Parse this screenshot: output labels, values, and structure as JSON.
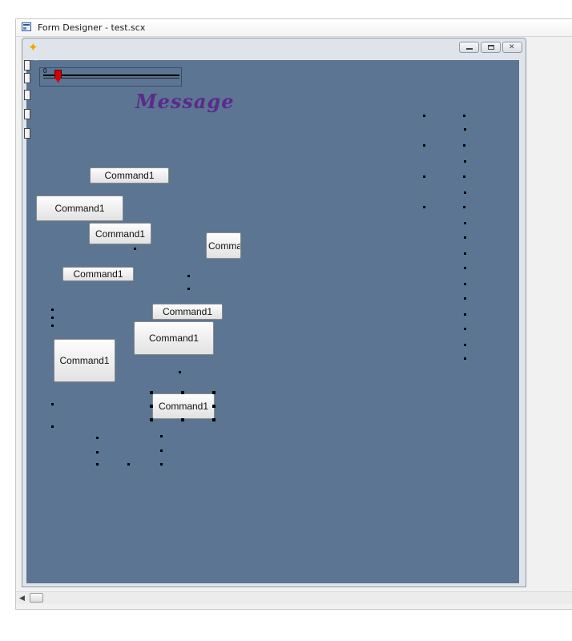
{
  "designer": {
    "title": "Form Designer - test.scx"
  },
  "form": {
    "icon": "wizard-icon",
    "caption_label": "Message",
    "slider": {
      "min_label": "0",
      "value": 0
    }
  },
  "buttons": [
    {
      "id": "cmd1",
      "label": "Command1"
    },
    {
      "id": "cmd2",
      "label": "Command1"
    },
    {
      "id": "cmd3",
      "label": "Command1"
    },
    {
      "id": "cmd4",
      "label": "Comma"
    },
    {
      "id": "cmd5",
      "label": "Command1"
    },
    {
      "id": "cmd6",
      "label": "Command1"
    },
    {
      "id": "cmd7",
      "label": "Command1"
    },
    {
      "id": "cmd8",
      "label": "Command1"
    },
    {
      "id": "cmd9",
      "label": "Command1"
    }
  ],
  "colors": {
    "canvas": "#5b7593",
    "caption": "#5a2a8c",
    "slider_thumb": "#d60000"
  }
}
